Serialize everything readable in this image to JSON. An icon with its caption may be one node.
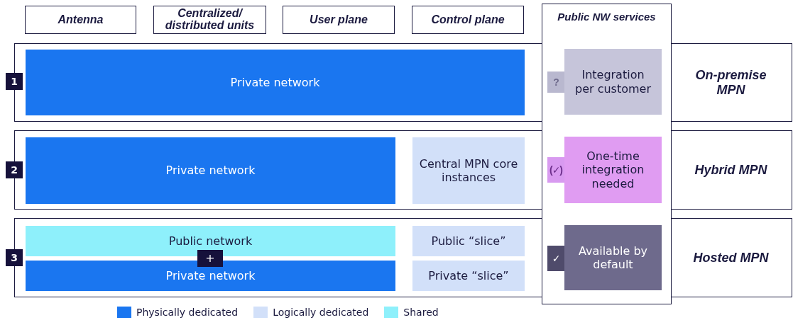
{
  "diagram": {
    "nodes": [
      {
        "text": [
          "Antenna"
        ]
      },
      {
        "text": [
          "Centralized/ distributed units"
        ]
      },
      {
        "text": [
          "User plane"
        ]
      },
      {
        "text": [
          "Control plane"
        ]
      },
      {
        "text": [
          "Public NW services"
        ]
      },
      {
        "text": [
          "On-premise MPN"
        ]
      },
      {
        "text": [
          "1"
        ]
      },
      {
        "text": [
          "Private network"
        ],
        "in": 5
      },
      {
        "text": [
          "?"
        ]
      },
      {
        "text": [
          "Integration per customer"
        ]
      },
      {
        "text": [
          "Hybrid MPN"
        ]
      },
      {
        "text": [
          "2"
        ]
      },
      {
        "text": [
          "Private network"
        ],
        "in": 10
      },
      {
        "text": [
          "Central MPN core instances"
        ],
        "in": 10
      },
      {
        "text": [
          "(✓)"
        ]
      },
      {
        "text": [
          "One-time integration needed"
        ]
      },
      {
        "text": [
          "Hosted MPN"
        ]
      },
      {
        "text": [
          "3"
        ]
      },
      {
        "text": [
          "Public network"
        ],
        "in": 16
      },
      {
        "text": [
          "+"
        ],
        "in": 16
      },
      {
        "text": [
          "Private network"
        ],
        "in": 16
      },
      {
        "text": [
          "Public “slice”"
        ],
        "in": 16
      },
      {
        "text": [
          "Private “slice”"
        ],
        "in": 16
      },
      {
        "text": [
          "✓"
        ]
      },
      {
        "text": [
          "Available by default"
        ]
      }
    ],
    "edges": [],
    "legend": [
      {
        "text": "Physically dedicated",
        "color": "#1a76f0"
      },
      {
        "text": "Logically dedicated",
        "color": "#d2e0f9"
      },
      {
        "text": "Shared",
        "color": "#8ef0fb"
      }
    ]
  }
}
